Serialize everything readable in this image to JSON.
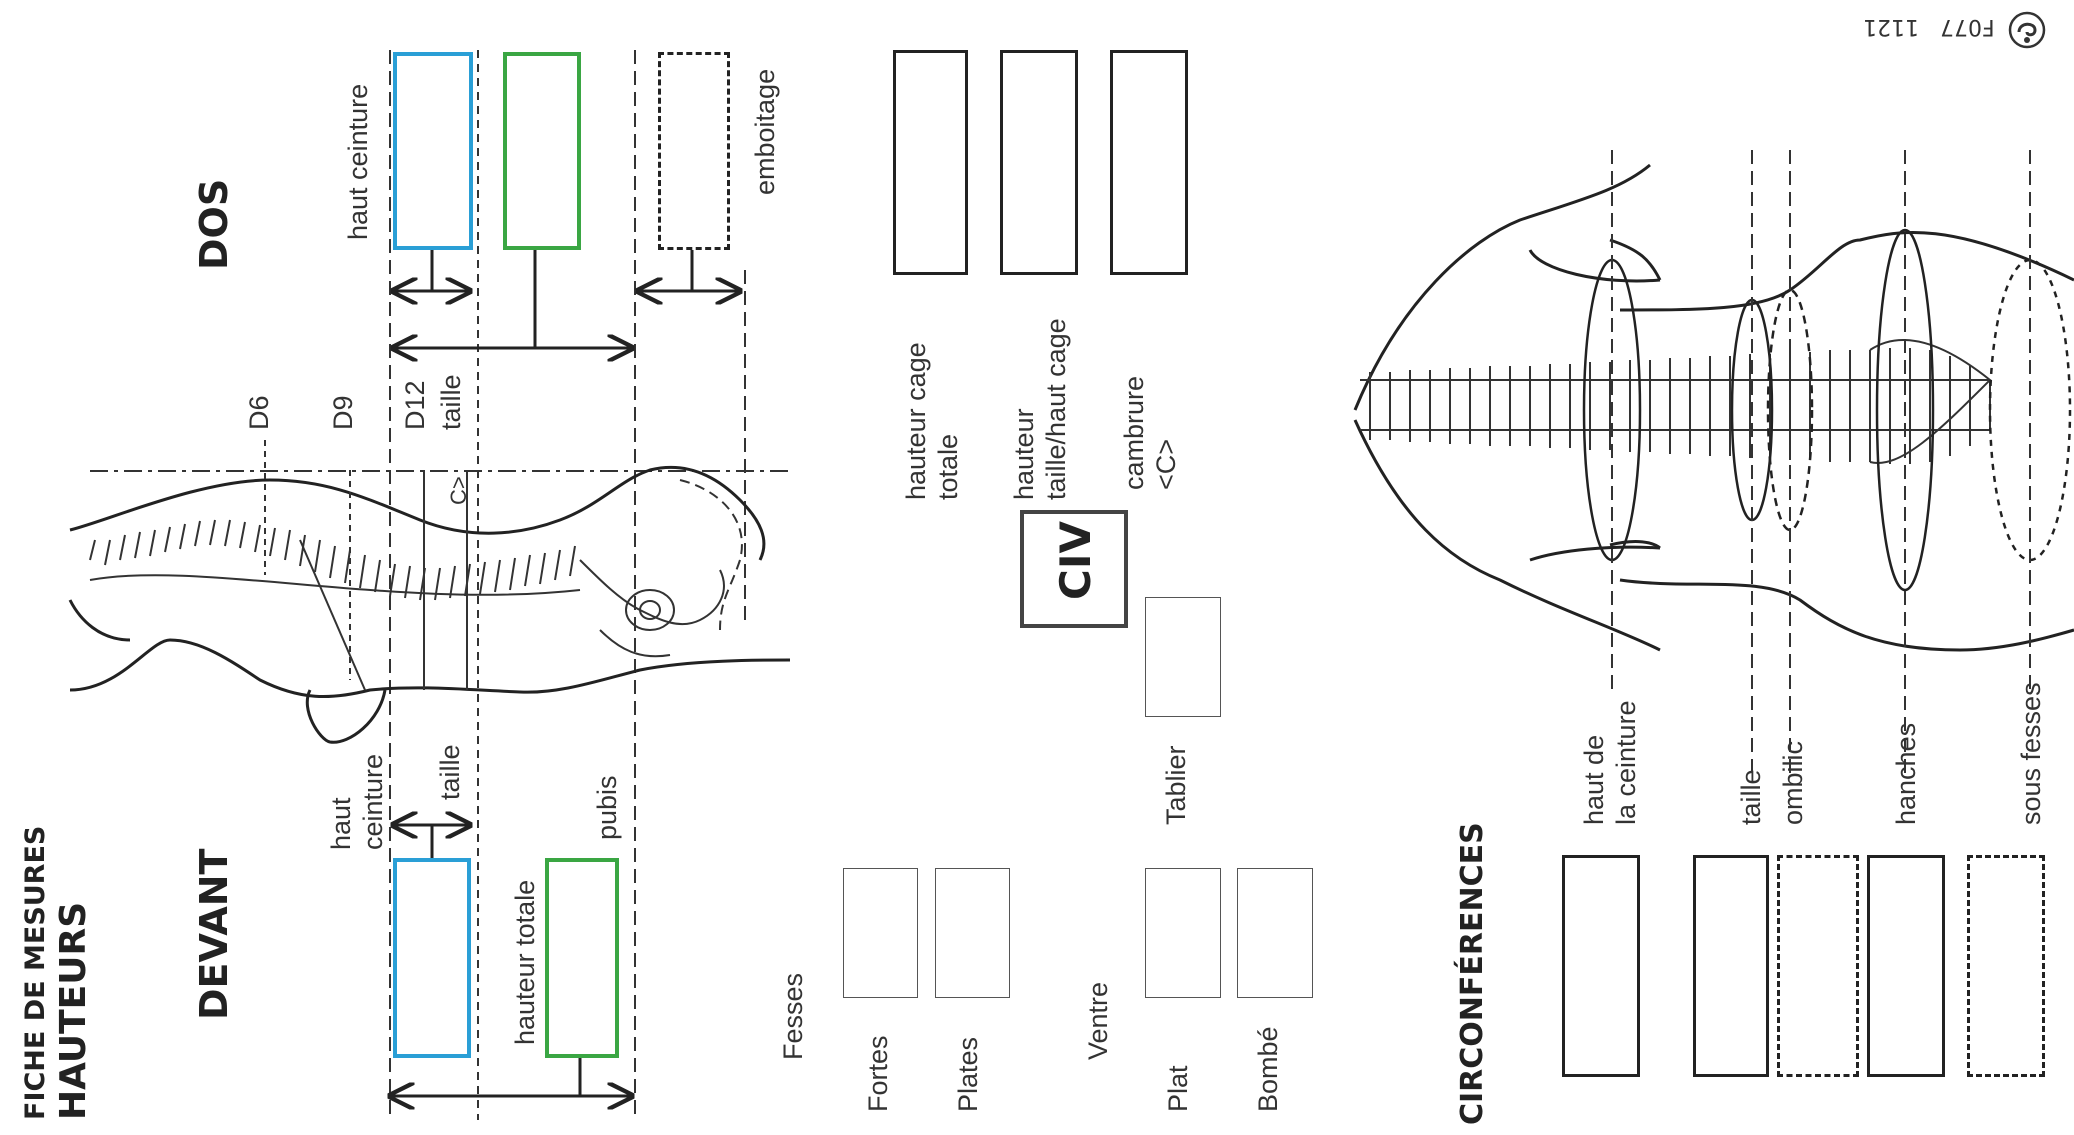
{
  "header": {
    "form_title": "FICHE DE MESURES",
    "section_title": "HAUTEURS",
    "form_code": "F077",
    "form_version": "1121",
    "logo_icon": "swirl-logo"
  },
  "devant": {
    "title": "DEVANT",
    "labels": {
      "haut_ceinture": "haut\nceinture",
      "taille": "taille",
      "pubis": "pubis",
      "hauteur_totale": "hauteur totale"
    }
  },
  "dos": {
    "title": "DOS",
    "labels": {
      "haut_ceinture": "haut ceinture",
      "emboitage": "emboitage",
      "d6": "D6",
      "d9": "D9",
      "d12": "D12",
      "taille": "taille",
      "c": "C>"
    }
  },
  "side_measures": {
    "hauteur_cage_totale": "hauteur cage\ntotale",
    "hauteur_taille_haut_cage": "hauteur\ntaille/haut cage",
    "cambrure": "cambrure\n<C>"
  },
  "civ_label": "CIV",
  "tablier_label": "Tablier",
  "fesses": {
    "title": "Fesses",
    "options": [
      "Fortes",
      "Plates"
    ]
  },
  "ventre": {
    "title": "Ventre",
    "options": [
      "Plat",
      "Bombé"
    ]
  },
  "circonferences": {
    "title": "CIRCONFÉRENCES",
    "labels": {
      "haut_de_la_ceinture": "haut de\nla ceinture",
      "taille": "taille",
      "ombilic": "ombilic",
      "hanches": "hanches",
      "sous_fesses": "sous fesses"
    }
  },
  "colors": {
    "blue": "#2a9fd6",
    "green": "#3aa643",
    "ink": "#222222"
  }
}
